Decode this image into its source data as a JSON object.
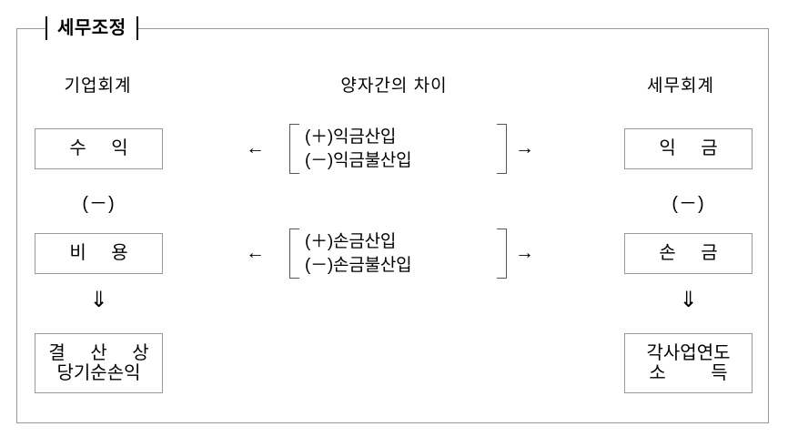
{
  "diagram": {
    "legend_title": "세무조정",
    "columns": {
      "left_header": "기업회계",
      "middle_header": "양자간의 차이",
      "right_header": "세무회계"
    },
    "left_column": {
      "box_revenue": "수 익",
      "operator": "(－)",
      "box_expense": "비 용",
      "flow_arrow": "⇓",
      "box_result_line1": "결 산 상",
      "box_result_line2": "당기순손익"
    },
    "right_column": {
      "box_income": "익 금",
      "operator": "(－)",
      "box_loss": "손 금",
      "flow_arrow": "⇓",
      "box_result_line1": "각사업연도",
      "box_result_line2": "소 득"
    },
    "middle_column": {
      "group_1": {
        "line1": "(＋)익금산입",
        "line2": "(－)익금불산입",
        "left_arrow": "←",
        "right_arrow": "→"
      },
      "group_2": {
        "line1": "(＋)손금산입",
        "line2": "(－)손금불산입",
        "left_arrow": "←",
        "right_arrow": "→"
      }
    },
    "colors": {
      "frame_border": "#9a9a9a",
      "box_border": "#9a9a9a",
      "bracket": "#555555",
      "text": "#000000",
      "background": "#ffffff"
    }
  }
}
